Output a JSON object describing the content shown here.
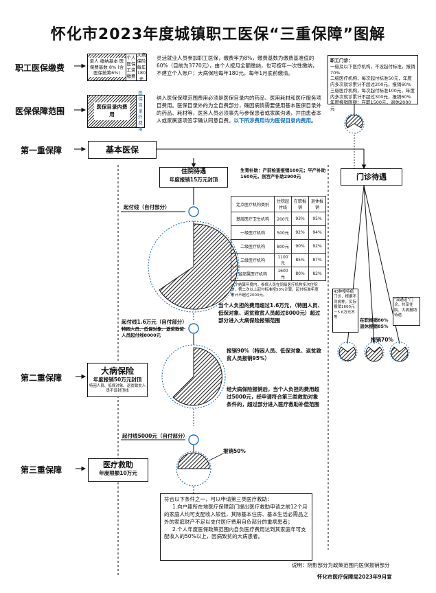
{
  "title": "怀化市2023年度城镇职工医保“三重保障”图解",
  "left_labels": {
    "payment": "职工医保缴费",
    "scope": "医保保障范围",
    "first": "第一重保障",
    "second": "第二重保障",
    "third": "第三重保障"
  },
  "payment_box": {
    "a": "单人 缴纳基本 医保费基数 8% (含医保统筹6%)",
    "b": "个人 医保 工资 缴费",
    "c": "大病 保险 每年 180元"
  },
  "payment_desc": "灵活就业人员参加职工医保，缴费率为8%，缴费基数为缴费基准值的60%（目前为3770元），由个人按月全额缴纳，也可按年一次性缴纳，不建立个人账户；大病保险每年180元，每年1月底前缴清。",
  "scope_box": {
    "main": "医保目录内费用",
    "side": "医保目录外费用"
  },
  "scope_desc": "纳入医保保障范围费用必须是医保目录内的药品、医用耗材和医疗服务项目费用。医保目录外的为全自费部分，确因病情需要使用基本医保目录外的药品、耗材等，医务人员必须事先与参保患者或家属沟通，并由患者本人或家属逐项签字确认同意自费。",
  "scope_note": "以下所涉费用均为医保目录内费用。",
  "outpatient_box": {
    "title": "职工门诊：",
    "lines": [
      "一级及以下医疗机构，不设起付标准，报销70%",
      "二级医疗机构，每次起付标准50元，年度内多次就诊累计不超过200元，报销60%",
      "三级医疗机构，每次起付标准100元，年度内多次就诊累计不超过300元，报销60%",
      "年度报销限额：在职1500元，退休2000元"
    ]
  },
  "basic": "基本医保",
  "inpatient": {
    "title": "住院待遇",
    "limit": "年度报销15万元封顶"
  },
  "birth_subsidy": "生育补助：产前检查报销100元；平产补助1600元，剖宫产补助2900元",
  "outpatient_title": "门诊待遇",
  "threshold1": "起付线（自付部分）",
  "table": {
    "headers": [
      "定点医疗机构类别",
      "住院起付线",
      "在职报销",
      "退休报销"
    ],
    "rows": [
      [
        "基层医疗卫生机构",
        "200元",
        "93%",
        "95%"
      ],
      [
        "一级医疗机构",
        "500元",
        "92%",
        "94%"
      ],
      [
        "二级医疗机构",
        "800元",
        "90%",
        "92%"
      ],
      [
        "三级医疗机构",
        "1100元",
        "85%",
        "87%"
      ],
      [
        "省部属医疗机构",
        "1600元",
        "80%",
        "82%"
      ]
    ],
    "note": "一个结算年度内，参保人员在同级医疗机构多次住院的，第二次以上起付标准按50%计算，起付标准年度累计不超过2000元。"
  },
  "note_2nd_entry": "当个人负担的费用超过1.6万元，（特困人员、低保对象、返贫致贫人员超过8000元）超过部分进入大病保险报销范围",
  "threshold2": {
    "title": "起付线1.6万元（自付部分）",
    "sub": "特困人员、低保对象、返贫致贫人员起付线8000元"
  },
  "major": {
    "title": "大病保险",
    "limit": "年度报销50万元封顶",
    "sub": "特困人员、低保对象、返贫致贫人员不设封顶线"
  },
  "major_rate": "报销90%（特困人员、低保对象、返贫致贫人员报销95%）",
  "note_3rd_entry": "经大病保险报销后，当个人负担的费用超过5000元，经申请符合第三类救助对象条件的，超过部分进入医疗救助补偿范围",
  "threshold3": "起付线5000元（自付部分）",
  "assist": {
    "title": "医疗救助",
    "limit": "年度限额10万元"
  },
  "assist_rate": "报销50%",
  "chronic": {
    "left": "43种慢特病门诊，根据不同病种，实际报销1600元－5.6万元不等",
    "mid": "在职报销80%\n退休报销85%",
    "right": "“双通道”门诊，共享住院、大病报销待遇",
    "bottom_rate": "报销70%"
  },
  "conditions": {
    "intro": "符合以下条件之一，可以申请第三类医疗救助：",
    "c1": "1.向户籍所在地医疗保障部门提出医疗救助申请之前12个月的家庭人均可支配收入较低，其除基本住房、基本生活必需品之外的家庭财产不足以支付医疗费用自负部分的重病患者；",
    "c2": "2.个人年度医保政策范围内自负医疗费用达到其家庭年可支配收入的50%以上，因病致贫的大病患者。"
  },
  "footer_note": "说明：阴影部分为政策范围内医保报销部分",
  "footer_org": "怀化市医疗保障局2023年9月宣"
}
